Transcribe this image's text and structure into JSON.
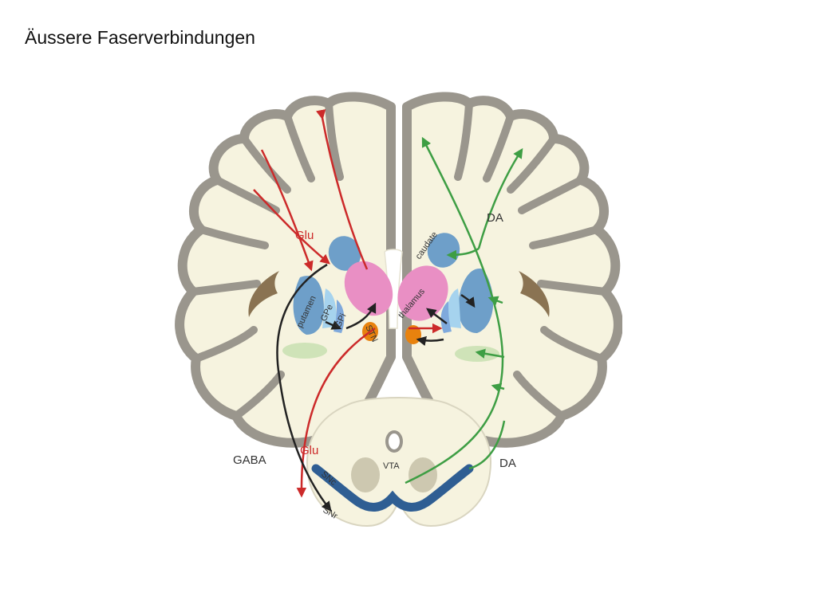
{
  "slide": {
    "title": "Äussere Faserverbindungen"
  },
  "diagram": {
    "labels": {
      "glu_top": "Glu",
      "glu_bottom": "Glu",
      "da_top": "DA",
      "da_bottom": "DA",
      "gaba": "GABA",
      "caudate": "caudate",
      "thalamus": "thalamus",
      "putamen": "putamen",
      "gpe": "GPe",
      "gpi": "GPi",
      "stn": "STN",
      "vta": "VTA",
      "snc": "SNc",
      "snr": "SNr"
    },
    "colors": {
      "cortex": "#9a968d",
      "white_matter": "#f6f3df",
      "ventricle": "#8a7352",
      "striatum": "#6e9fc9",
      "pallidum": "#a6d3ee",
      "thalamus": "#e98fc4",
      "stn": "#e8820e",
      "claustrum": "#cfe3b8",
      "substantia_nigra": "#2f5e93",
      "glutamate_path": "#cc2a2a",
      "dopamine_path": "#3e9e44",
      "gaba_path": "#222222"
    }
  }
}
